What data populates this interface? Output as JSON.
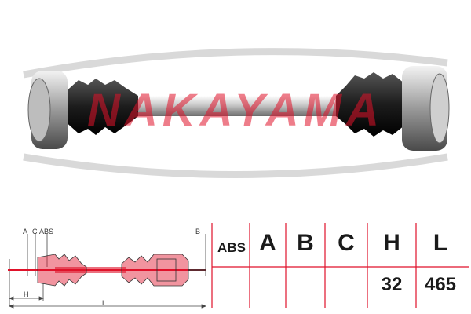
{
  "brand": {
    "watermark_text": "NAKAYAMA",
    "watermark_color": "#e0122a"
  },
  "diagram": {
    "labels": {
      "a": "A",
      "c": "C",
      "abs": "ABS",
      "b": "B",
      "h": "H",
      "l": "L"
    },
    "accent_color": "#e0122a"
  },
  "spec_table": {
    "headers": [
      "ABS",
      "A",
      "B",
      "C",
      "H",
      "L"
    ],
    "values": [
      "",
      "",
      "",
      "",
      "32",
      "465"
    ],
    "line_color": "#e0122a"
  },
  "icons": {
    "product": "drive-shaft-image",
    "schematic": "drive-shaft-schematic"
  }
}
